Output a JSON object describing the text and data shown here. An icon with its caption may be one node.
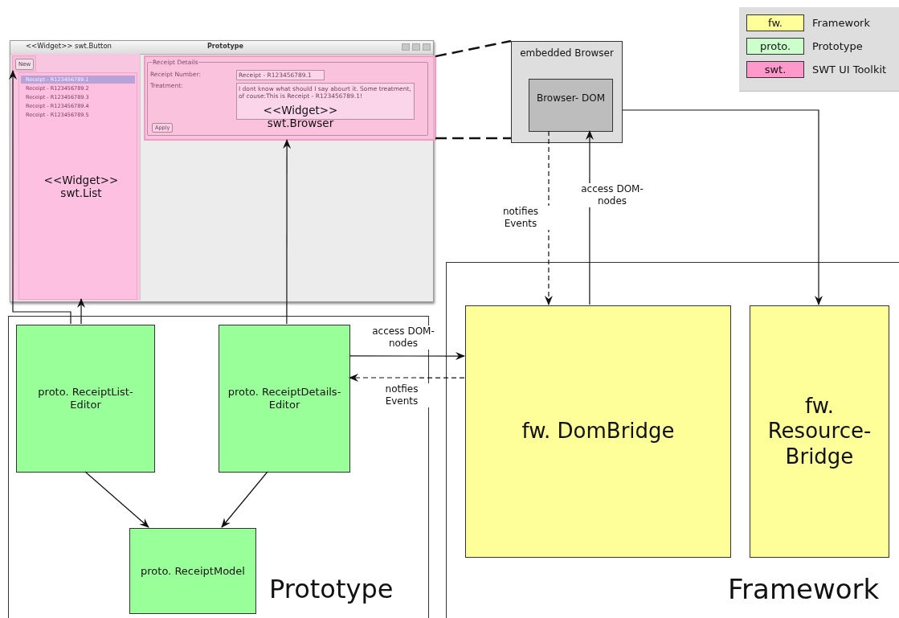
{
  "diagram": {
    "nodes": [
      {
        "text": [
          "Prototype"
        ]
      },
      {
        "text": [
          "New"
        ],
        "in": 0,
        "beside": [
          "<<Widget>> swt.Button"
        ]
      },
      {
        "text": [
          "Receipt - R123456789.1",
          "Receipt - R123456789.2",
          "Receipt - R123456789.3",
          "Receipt - R123456789.4",
          "Receipt - R123456789.5",
          "<<Widget>> swt.List"
        ],
        "in": 0
      },
      {
        "text": [
          "Receipt Details",
          "Receipt Number:",
          "Receipt - R123456789.1",
          "Treatment:",
          "I dont know what should I say abourt it. Some treatment, of couse:This is Receipt - R123456789.1!",
          "Apply",
          "<<Widget>> swt.Browser"
        ],
        "in": 0
      },
      {
        "text": [
          "embedded Browser"
        ]
      },
      {
        "text": [
          "Browser- DOM"
        ],
        "in": 4
      },
      {
        "text": [
          "Prototype"
        ]
      },
      {
        "text": [
          "proto. ReceiptList- Editor"
        ],
        "in": 6
      },
      {
        "text": [
          "proto. ReceiptDetails- Editor"
        ],
        "in": 6
      },
      {
        "text": [
          "proto. ReceiptModel"
        ],
        "in": 6
      },
      {
        "text": [
          "Framework"
        ]
      },
      {
        "text": [
          "fw. DomBridge"
        ],
        "in": 10
      },
      {
        "text": [
          "fw. Resource- Bridge"
        ],
        "in": 10
      }
    ],
    "edges": [
      {
        "from": 7,
        "to": 1,
        "arrow": "to"
      },
      {
        "from": 7,
        "to": 2,
        "arrow": "to"
      },
      {
        "from": 8,
        "to": 3,
        "arrow": "to"
      },
      {
        "from": 7,
        "to": 9,
        "arrow": "to"
      },
      {
        "from": 8,
        "to": 9,
        "arrow": "to"
      },
      {
        "from": 8,
        "to": 11,
        "arrow": "to",
        "label": "access DOM-nodes"
      },
      {
        "from": 11,
        "to": 8,
        "arrow": "to",
        "label": "notfies Events",
        "style": "dashed"
      },
      {
        "from": 5,
        "to": 11,
        "arrow": "to",
        "label": "notifies Events",
        "style": "dashed"
      },
      {
        "from": 11,
        "to": 5,
        "arrow": "to",
        "label": "access DOM-nodes"
      },
      {
        "from": 4,
        "to": 12,
        "arrow": "to"
      },
      {
        "from": 3,
        "to": 4,
        "arrow": "none",
        "style": "dashed"
      },
      {
        "from": 3,
        "to": 4,
        "arrow": "none",
        "style": "dashed"
      }
    ],
    "labels": [
      "fw.",
      "proto.",
      "swt."
    ],
    "legend": [
      {
        "text": "Framework",
        "color": "#ffff99"
      },
      {
        "text": "Prototype",
        "color": "#ccffcc"
      },
      {
        "text": "SWT UI Toolkit",
        "color": "#ff99cc"
      }
    ]
  }
}
